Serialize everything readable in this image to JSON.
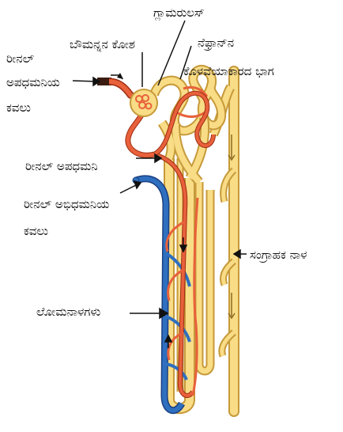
{
  "labels": {
    "glomerulus": "ಗ್ಲಾಮರುಲಸ್",
    "bowmans_capsule": "ಬೌಮನ್ನನ ಕೋಶ",
    "efferent_arteriole_line1": "ರೀನಲ್",
    "efferent_arteriole_line2": "ಅಪಧಮನಿಯ",
    "efferent_arteriole_line3": "ಕವಲು",
    "nephron_tubule_line1": "ನೆಫ್ರಾನ್‌ನ",
    "nephron_tubule_line2": "ಕೊಳವೆಯಾಕಾರದ ಭಾಗ",
    "renal_artery": "ರೀನಲ್ ಅಪಧಮನಿ",
    "renal_vein_line1": "ರೀನಲ್ ಅಭಿಧಮನಿಯ",
    "renal_vein_line2": "ಕವಲು",
    "collecting_duct": "ಸಂಗ್ರಾಹಕ ನಾಳ",
    "capillaries": "ಲೋಮನಾಳಗಳು"
  },
  "colors": {
    "tubule_fill": "#f9dc86",
    "tubule_stroke": "#c69a3a",
    "artery_fill": "#e8613b",
    "artery_stroke": "#9e2e14",
    "vein_fill": "#2f6fbf",
    "vein_stroke": "#1a3f80",
    "text": "#111111"
  }
}
